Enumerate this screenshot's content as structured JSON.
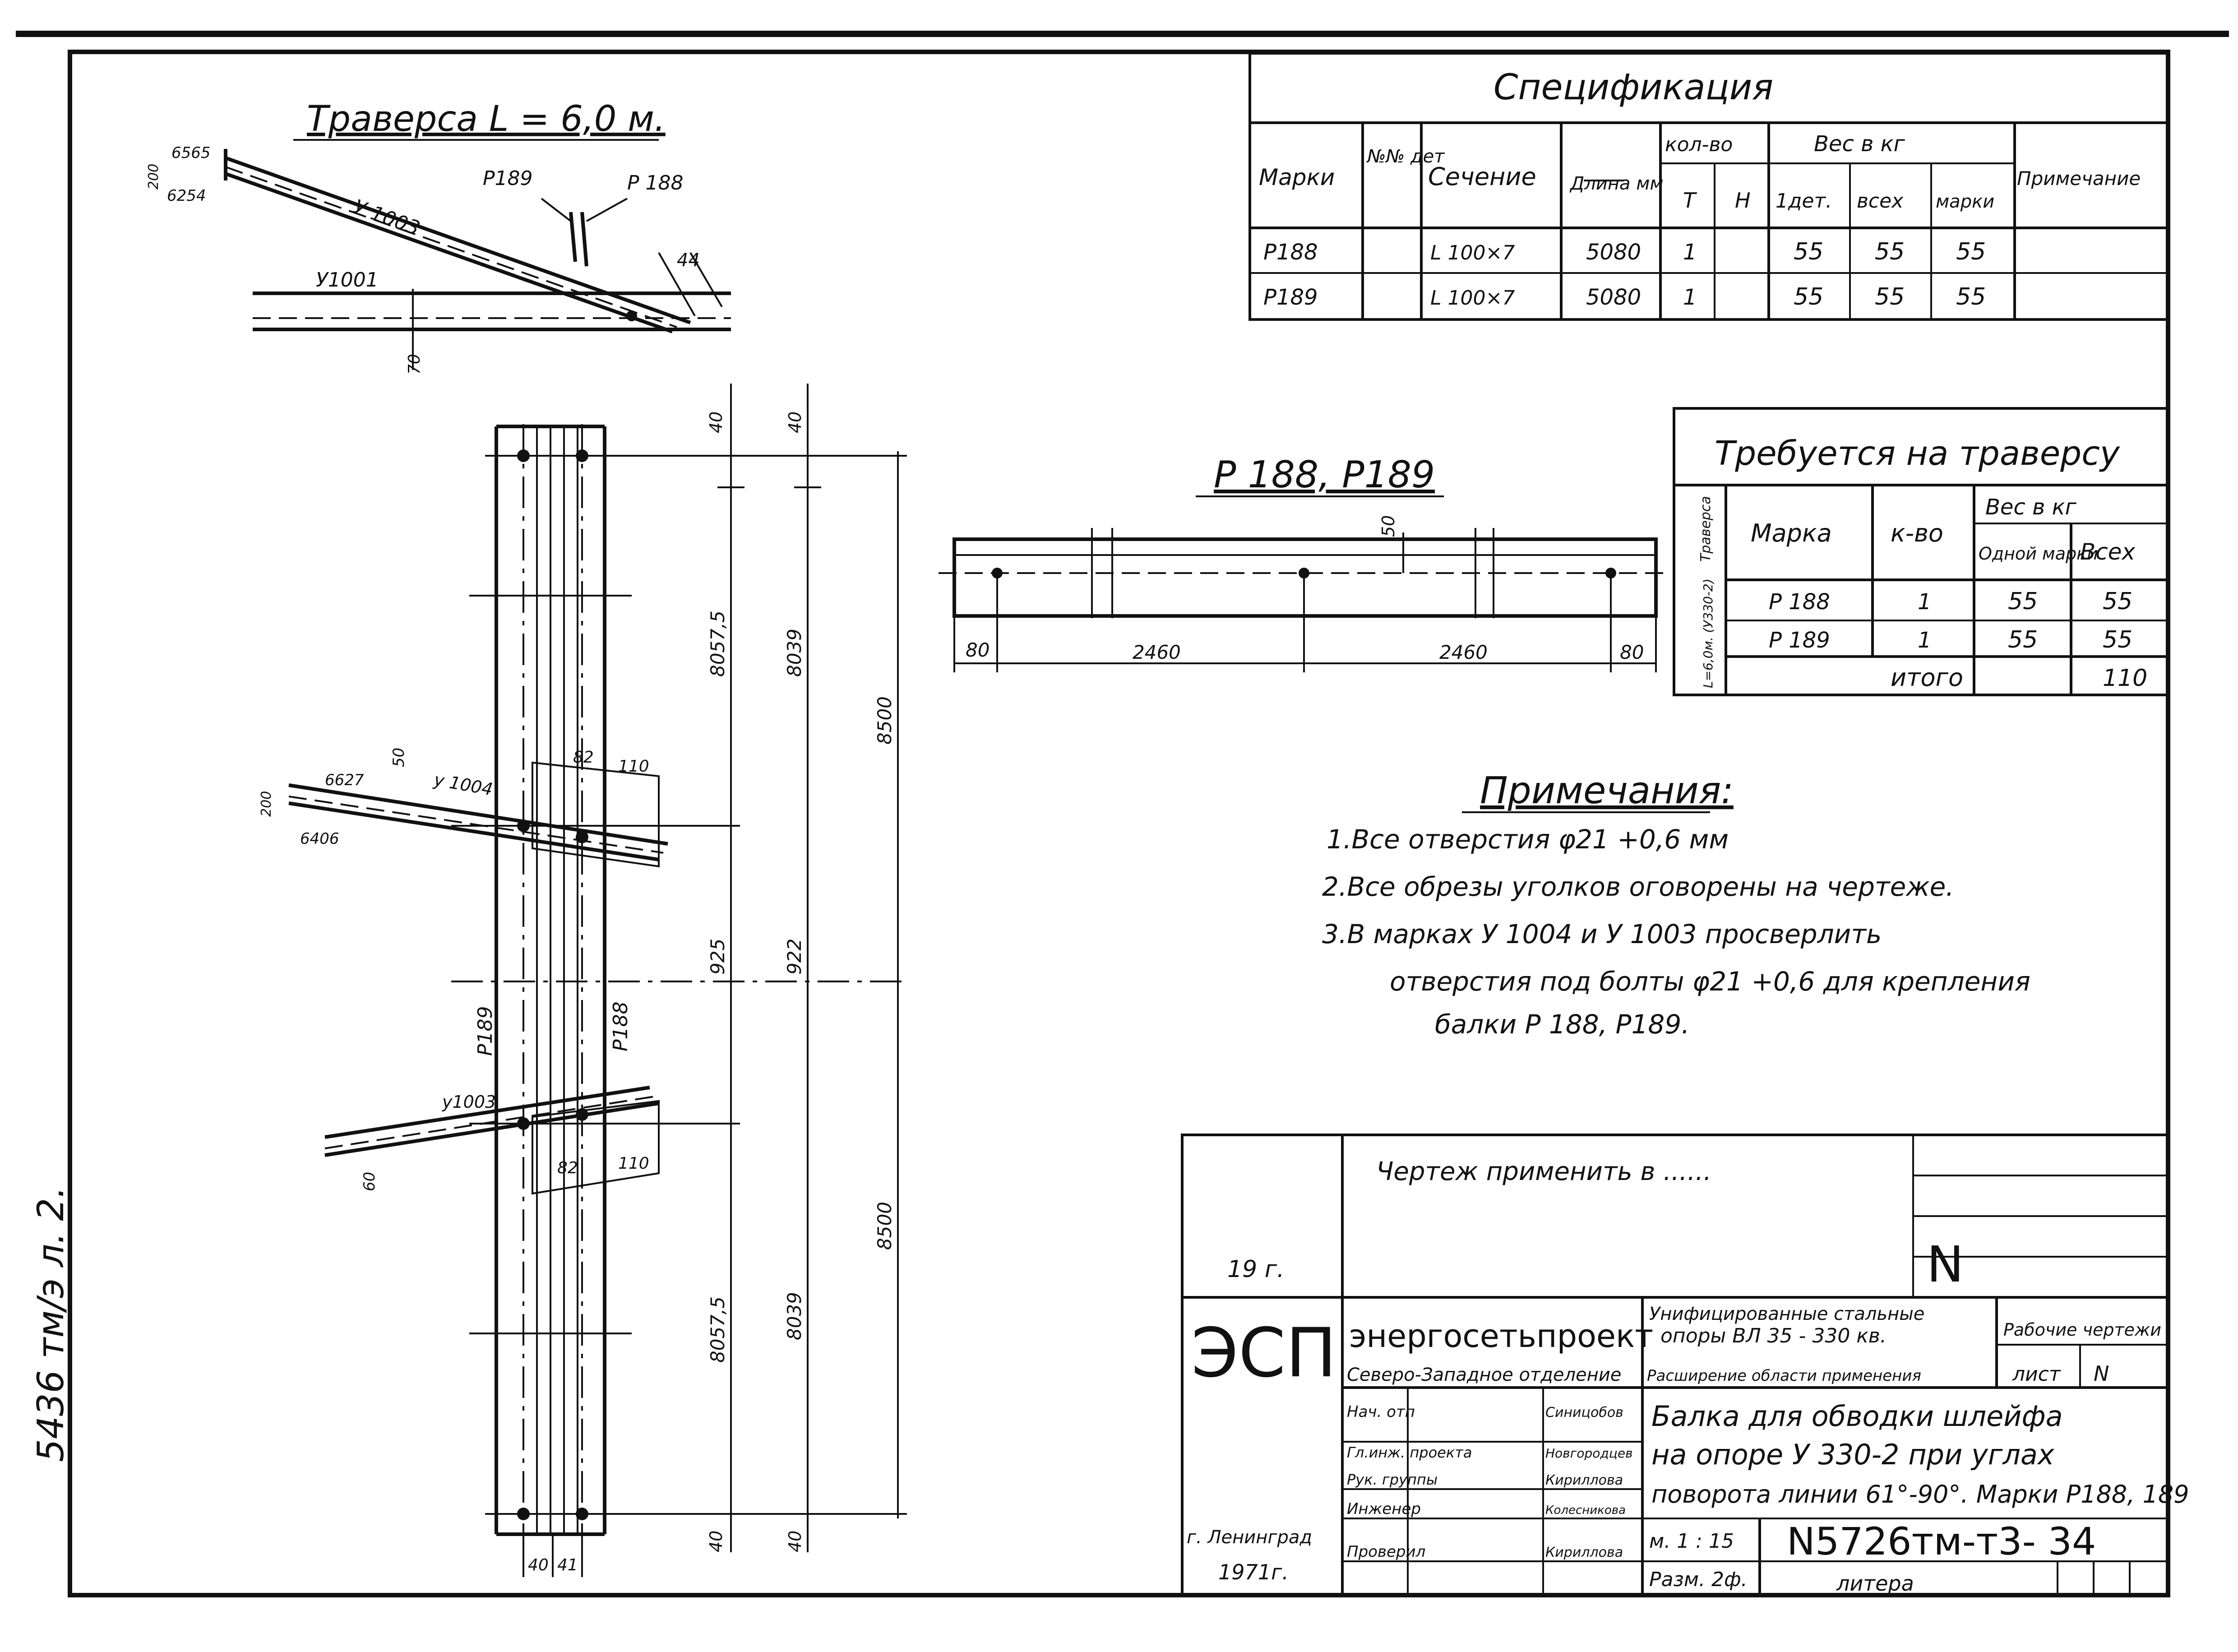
{
  "views": {
    "traverse_title": "Траверса L = 6,0 м.",
    "traverse_labels": {
      "y1003": "У 1003",
      "y1001": "У1001",
      "p189": "Р189",
      "p188": "Р 188",
      "d6565": "6565",
      "d6254": "6254",
      "d200": "200",
      "d44": "44",
      "d70": "70"
    },
    "plan_labels": {
      "top40a": "40",
      "top40b": "40",
      "d8057a": "8057,5",
      "d8039a": "8039",
      "d8500a": "8500",
      "d925": "925",
      "d922": "922",
      "d8057b": "8057,5",
      "d8039b": "8039",
      "d8500b": "8500",
      "bot40a": "40",
      "bot40b": "40",
      "w40": "40",
      "w41": "41",
      "p189": "Р189",
      "p188": "Р188",
      "y1004": "у 1004",
      "y1003": "у1003",
      "d82a": "82",
      "d110a": "110",
      "d82b": "82",
      "d110b": "110",
      "d6627": "6627",
      "d6406": "6406",
      "d200": "200",
      "d50": "50",
      "d60": "60"
    },
    "part_title": "Р 188, Р189",
    "part_labels": {
      "d80a": "80",
      "d2460a": "2460",
      "d2460b": "2460",
      "d80b": "80",
      "d50": "50"
    }
  },
  "specification": {
    "title": "Спецификация",
    "headers": {
      "marka": "Марки",
      "det_no": "№№ дет",
      "section": "Сечение",
      "length": "Длина мм",
      "qty": "кол-во",
      "qty_t": "Т",
      "qty_n": "Н",
      "weight": "Вес в кг",
      "w_one": "1дет.",
      "w_all": "всех",
      "w_marka": "марки",
      "note": "Примечание"
    },
    "rows": [
      {
        "marka": "Р188",
        "det": "",
        "section": "L 100×7",
        "length": "5080",
        "t": "1",
        "n": "",
        "w1": "55",
        "wall": "55",
        "wm": "55",
        "note": ""
      },
      {
        "marka": "Р189",
        "det": "",
        "section": "L 100×7",
        "length": "5080",
        "t": "1",
        "n": "",
        "w1": "55",
        "wall": "55",
        "wm": "55",
        "note": ""
      }
    ]
  },
  "required": {
    "title": "Требуется на траверсу",
    "side_label": "Траверса",
    "side_sub": "L=6,0м. (У330-2)",
    "headers": {
      "marka": "Марка",
      "qty": "к-во",
      "weight": "Вес в кг",
      "w_one": "Одной марки",
      "w_all": "Всех"
    },
    "rows": [
      {
        "marka": "Р 188",
        "qty": "1",
        "w1": "55",
        "wall": "55"
      },
      {
        "marka": "Р 189",
        "qty": "1",
        "w1": "55",
        "wall": "55"
      }
    ],
    "total_label": "итого",
    "total_value": "110"
  },
  "notes": {
    "title": "Примечания:",
    "items": [
      "1.Все отверстия φ21 +0,6 мм",
      "2.Все обрезы уголков оговорены на чертеже.",
      "3.В марках У 1004 и У 1003 просверлить",
      "отверстия под болты φ21 +0,6 для крепления",
      "балки Р 188, Р189."
    ]
  },
  "title_block": {
    "apply_text": "Чертеж применить в ......",
    "year_label": "19    г.",
    "n_label": "N",
    "org_logo": "ЭСП",
    "org_name": "энергосетьпроект",
    "org_branch": "Северо-Западное отделение",
    "project_line1": "Унифицированные стальные",
    "project_line2": "опоры ВЛ 35 - 330 кв.",
    "project_line3": "Расширение области применения",
    "stage_label": "Рабочие чертежи",
    "sheet_label": "лист",
    "sheet_value": "N",
    "roles": [
      {
        "role": "Нач. отп",
        "name": "Синицобов"
      },
      {
        "role": "Гл.инж. проекта",
        "name": "Новгородцев"
      },
      {
        "role": "Рук. группы",
        "name": "Кириллова"
      },
      {
        "role": "Инженер",
        "name": "Колесникова"
      },
      {
        "role": "Проверил",
        "name": "Кириллова"
      }
    ],
    "drawing_title_1": "Балка для обводки шлейфа",
    "drawing_title_2": "на опоре У 330-2 при углах",
    "drawing_title_3": "поворота линии 61°-90°. Марки Р188, 189",
    "city": "г. Ленинград",
    "year": "1971г.",
    "scale": "м. 1 : 15",
    "format": "Разм. 2ф.",
    "doc_number": "N5726тм-т3- 34",
    "litera": "литера"
  },
  "margin_stamp": "5436 тм/э л. 2."
}
